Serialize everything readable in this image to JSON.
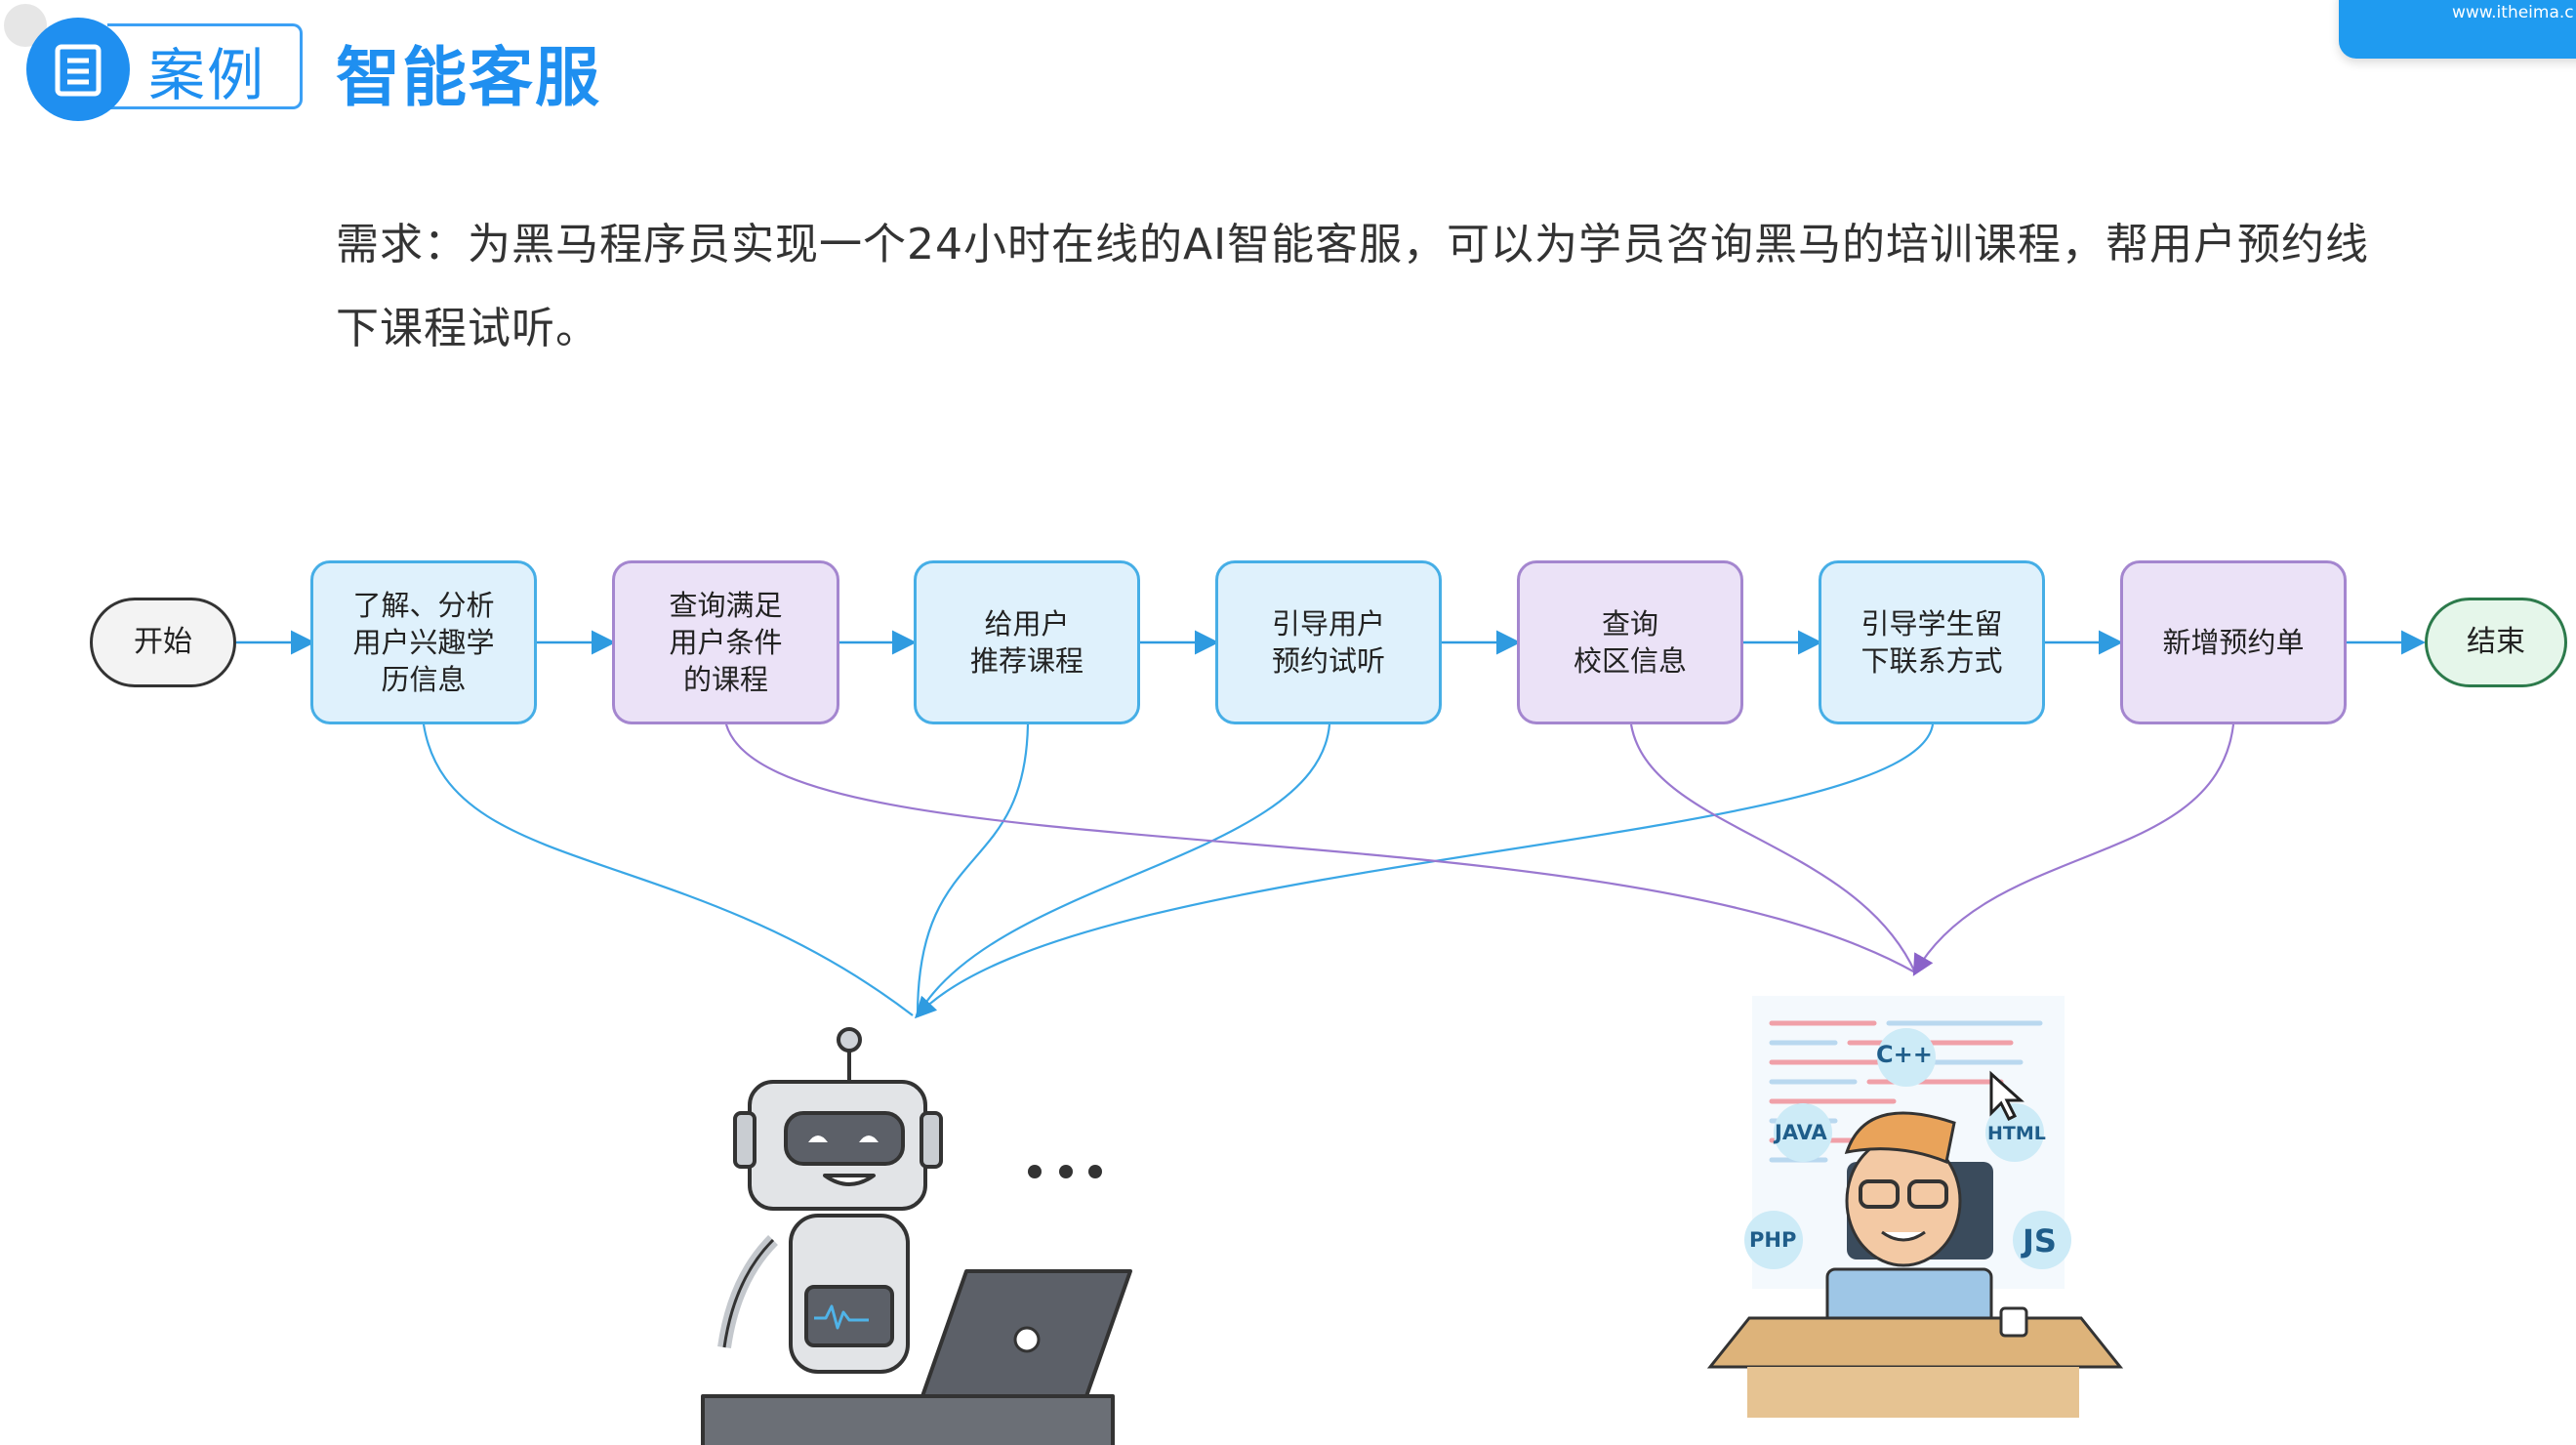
{
  "header": {
    "badge_label": "案例",
    "title": "智能客服"
  },
  "corner_logo": {
    "url": "www.itheima.c"
  },
  "requirement": {
    "line1": "需求：为黑马程序员实现一个24小时在线的AI智能客服，可以为学员咨询黑马的培训课程，帮用户预约线",
    "line2": "下课程试听。"
  },
  "flow": {
    "start": "开始",
    "end": "结束",
    "steps": [
      {
        "label": "了解、分析\n用户兴趣学\n历信息",
        "style": "blue"
      },
      {
        "label": "查询满足\n用户条件\n的课程",
        "style": "purple"
      },
      {
        "label": "给用户\n推荐课程",
        "style": "blue"
      },
      {
        "label": "引导用户\n预约试听",
        "style": "blue"
      },
      {
        "label": "查询\n校区信息",
        "style": "purple"
      },
      {
        "label": "引导学生留\n下联系方式",
        "style": "blue"
      },
      {
        "label": "新增预约单",
        "style": "purple"
      }
    ]
  },
  "colors": {
    "blue_line": "#3aa7e6",
    "purple_line": "#9a78d0",
    "accent": "#1f8ff0"
  },
  "illustrations": {
    "robot": {
      "screen_icon": "waveform-icon",
      "thinking": "..."
    },
    "programmer": {
      "tags": [
        "C++",
        "JAVA",
        "HTML",
        "PHP",
        "JS"
      ]
    }
  }
}
